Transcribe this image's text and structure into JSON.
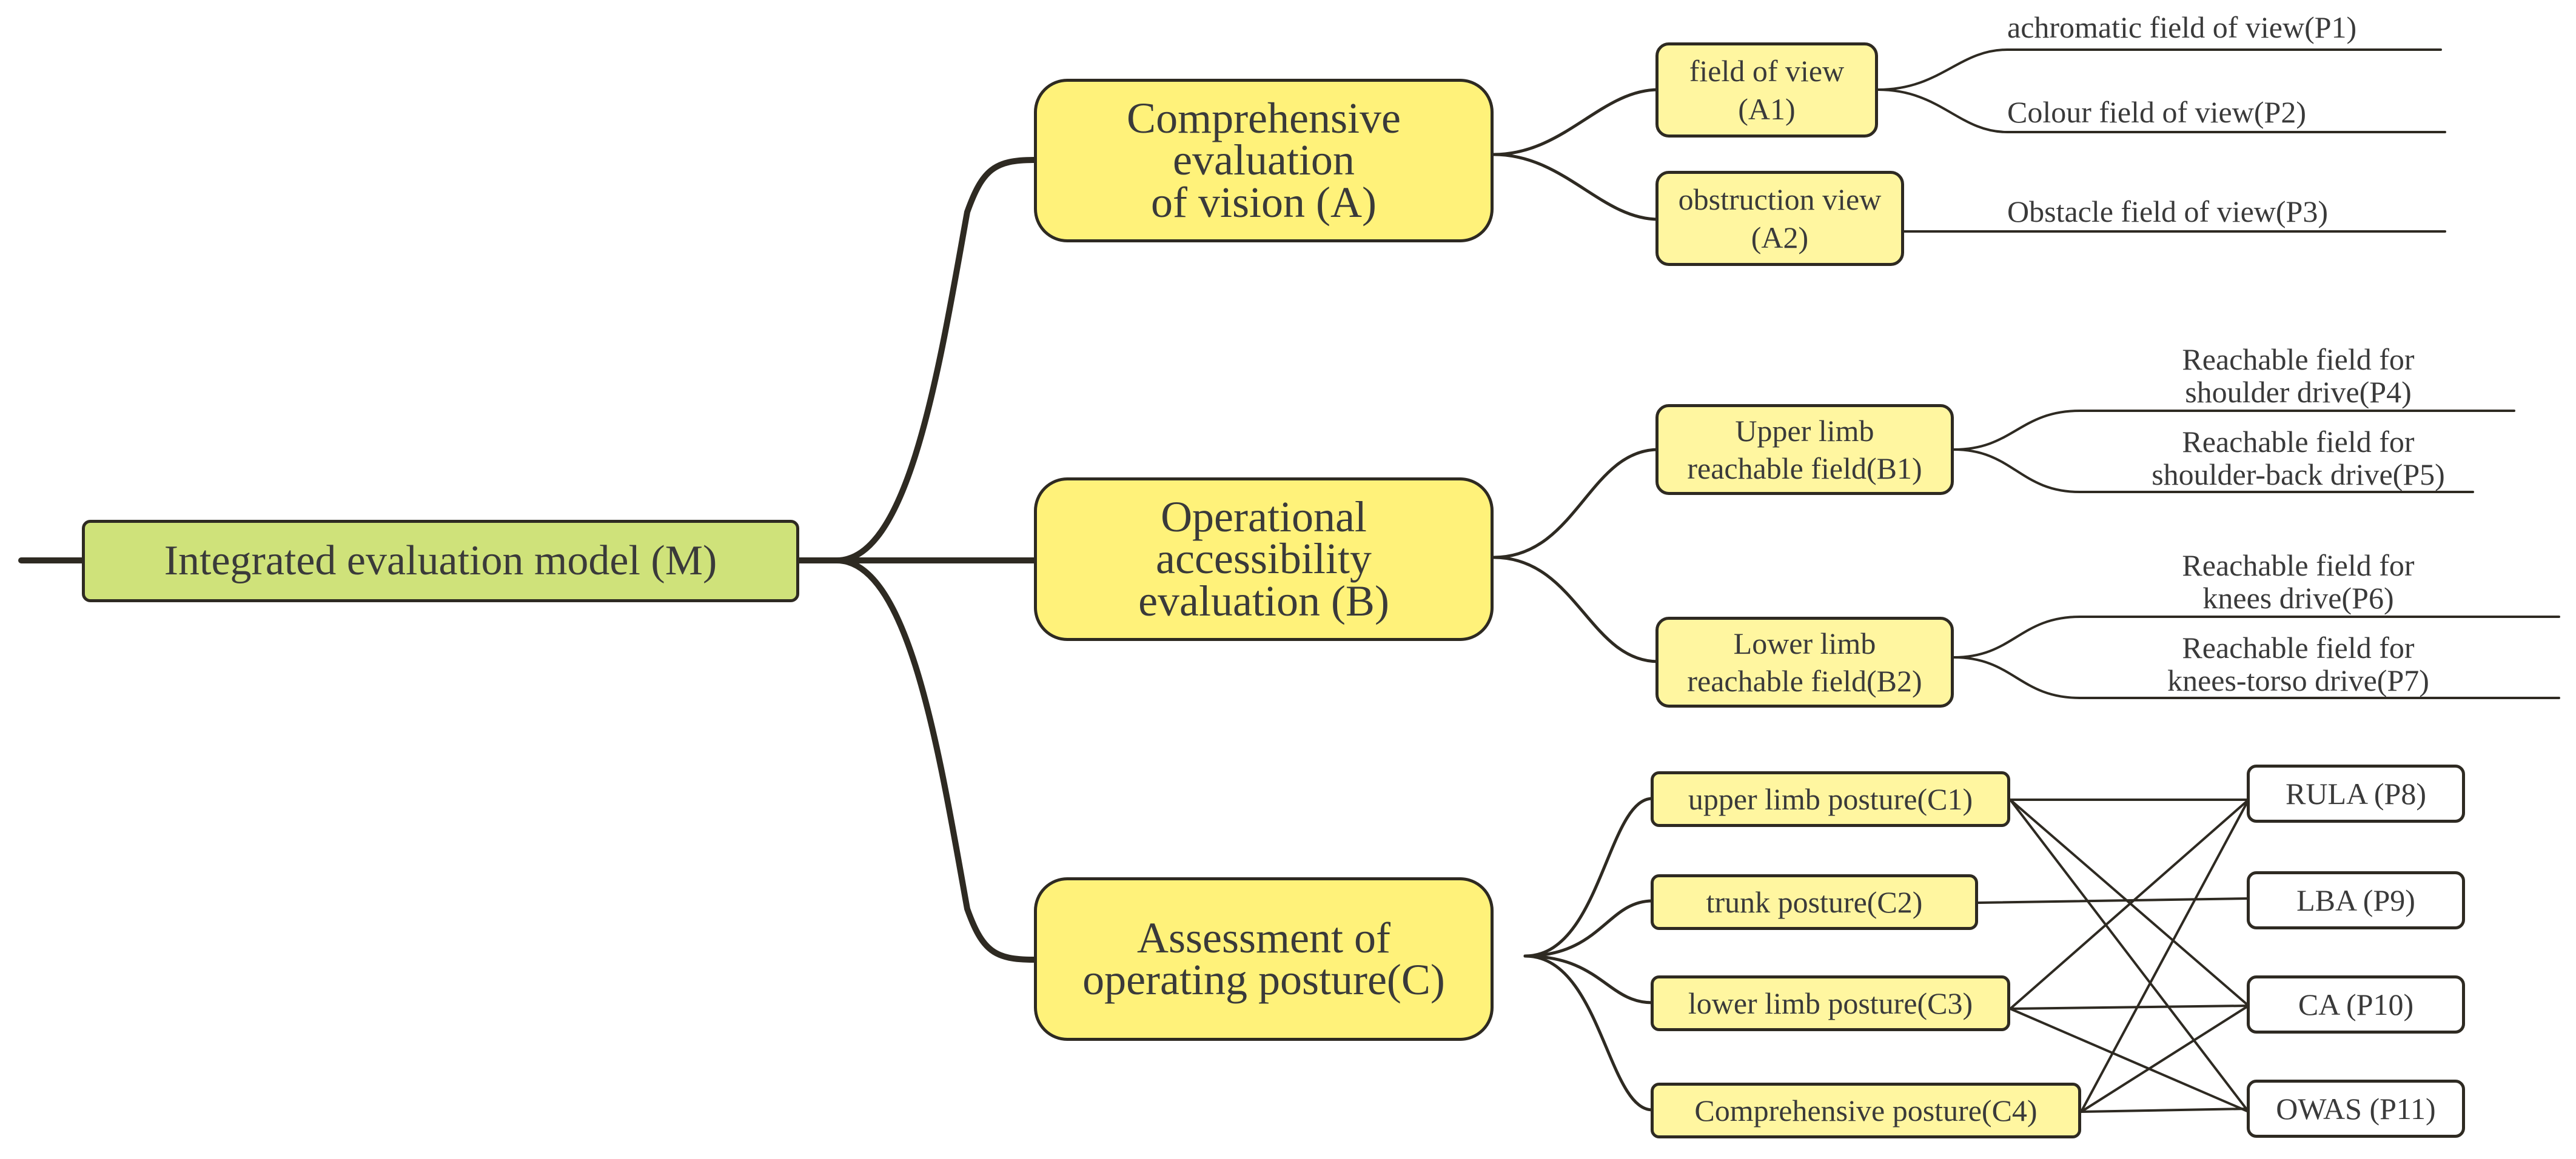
{
  "root": {
    "label": "Integrated evaluation model (M)"
  },
  "branches": {
    "A": {
      "label": "Comprehensive\nevaluation\nof vision (A)",
      "A1": {
        "label": "field of view\n(A1)"
      },
      "A2": {
        "label": "obstruction view\n(A2)"
      },
      "P1": "achromatic field of view(P1)",
      "P2": "Colour field of view(P2)",
      "P3": "Obstacle field of view(P3)"
    },
    "B": {
      "label": "Operational\naccessibility\nevaluation  (B)",
      "B1": {
        "label": "Upper limb\nreachable field(B1)"
      },
      "B2": {
        "label": "Lower limb\nreachable field(B2)"
      },
      "P4": "Reachable field for\nshoulder drive(P4)",
      "P5": "Reachable field for\nshoulder-back drive(P5)",
      "P6": "Reachable field for\nknees drive(P6)",
      "P7": "Reachable field for\nknees-torso drive(P7)"
    },
    "C": {
      "label": "Assessment of\noperating posture(C)",
      "C1": {
        "label": "upper limb posture(C1)"
      },
      "C2": {
        "label": "trunk posture(C2)"
      },
      "C3": {
        "label": "lower limb posture(C3)"
      },
      "C4": {
        "label": "Comprehensive  posture(C4)"
      },
      "P8": "RULA (P8)",
      "P9": "LBA (P9)",
      "P10": "CA (P10)",
      "P11": "OWAS (P11)"
    }
  },
  "line_color": "#2e2a22"
}
